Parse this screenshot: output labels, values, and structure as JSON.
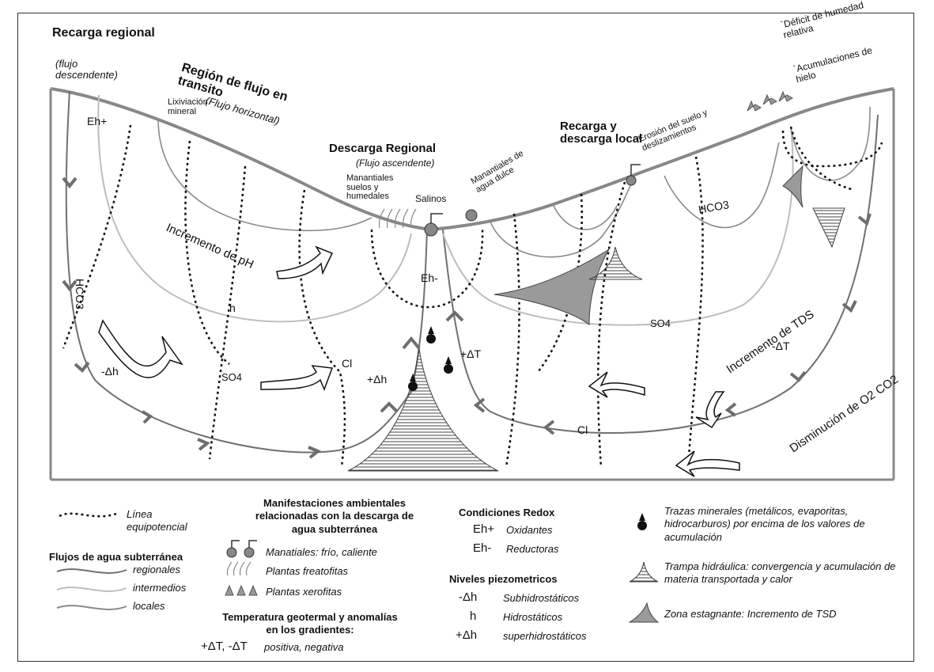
{
  "diagram": {
    "top": {
      "recarga_regional": "Recarga regional",
      "flujo_descendente": "(flujo descendente)",
      "region_transito": "Región de flujo en transito",
      "flujo_horizontal": "(Flujo horizontal)",
      "lixiviacion": "Lixiviación mineral",
      "descarga_regional": "Descarga Regional",
      "flujo_ascendente": "(Flujo ascendente)",
      "manantiales_suelos": "Manantiales suelos y humedales",
      "salinos": "Salinos",
      "manantiales_agua_dulce": "Manantiales de agua dulce",
      "recarga_descarga_local": "Recarga y descarga local",
      "erosion": "Erosión del suelo y deslizamientos",
      "deficit": "`Déficit de humedad relativa",
      "acumulaciones": "`Acumulaciones de hielo"
    },
    "inner": {
      "eh_plus": "Eh+",
      "eh_minus": "Eh-",
      "hco3_left": "HCO3",
      "hco3_right": "HCO3",
      "incremento_ph": "Incremento de pH",
      "h": "h",
      "minus_dh": "-Δh",
      "plus_dh": "+Δh",
      "so4_left": "SO4",
      "so4_right": "SO4",
      "cl_left": "Cl",
      "cl_bottom": "Cl",
      "plus_dt": "+ΔT",
      "minus_dt": "-ΔT",
      "incremento_tds": "Incremento de TDS",
      "disminucion": "Disminución de O2 CO2"
    }
  },
  "legend": {
    "linea": "Línea equipotencial",
    "flujos_title": "Flujos de agua subterránea",
    "regionales": "regionales",
    "intermedios": "intermedios",
    "locales": "locales",
    "manifestaciones_title": "Manifestaciones ambientales relacionadas con la descarga de agua subterránea",
    "manantiales": "Manatiales: frío, caliente",
    "freatofitas": "Plantas freatofitas",
    "xerofitas": "Plantas xerofitas",
    "temp_title": "Temperatura geotermal y anomalías en los gradientes:",
    "temp_symbols": "+ΔT, -ΔT",
    "temp_desc": "positiva, negativa",
    "redox_title": "Condiciones Redox",
    "eh_plus": "Eh+",
    "oxidantes": "Oxidantes",
    "eh_minus": "Eh-",
    "reductoras": "Reductoras",
    "niveles_title": "Niveles piezometricos",
    "sym_sub": "-Δh",
    "subhidro": "Subhidrostáticos",
    "sym_h": "h",
    "hidro": "Hidrostáticos",
    "sym_super": "+Δh",
    "superhidro": "superhidrostáticos",
    "trazas": "Trazas minerales (metálicos, evaporitas, hidrocarburos) por encima de los valores de acumulación",
    "trampa": "Trampa hidráulica: convergencia y acumulación de materia transportada y calor",
    "zona": "Zona estagnante: Incremento de TSD"
  },
  "colors": {
    "regional": "#6e6e6e",
    "intermediate": "#b9b9b9",
    "local": "#8a8a8a",
    "stagnant": "#9a9a9a"
  }
}
